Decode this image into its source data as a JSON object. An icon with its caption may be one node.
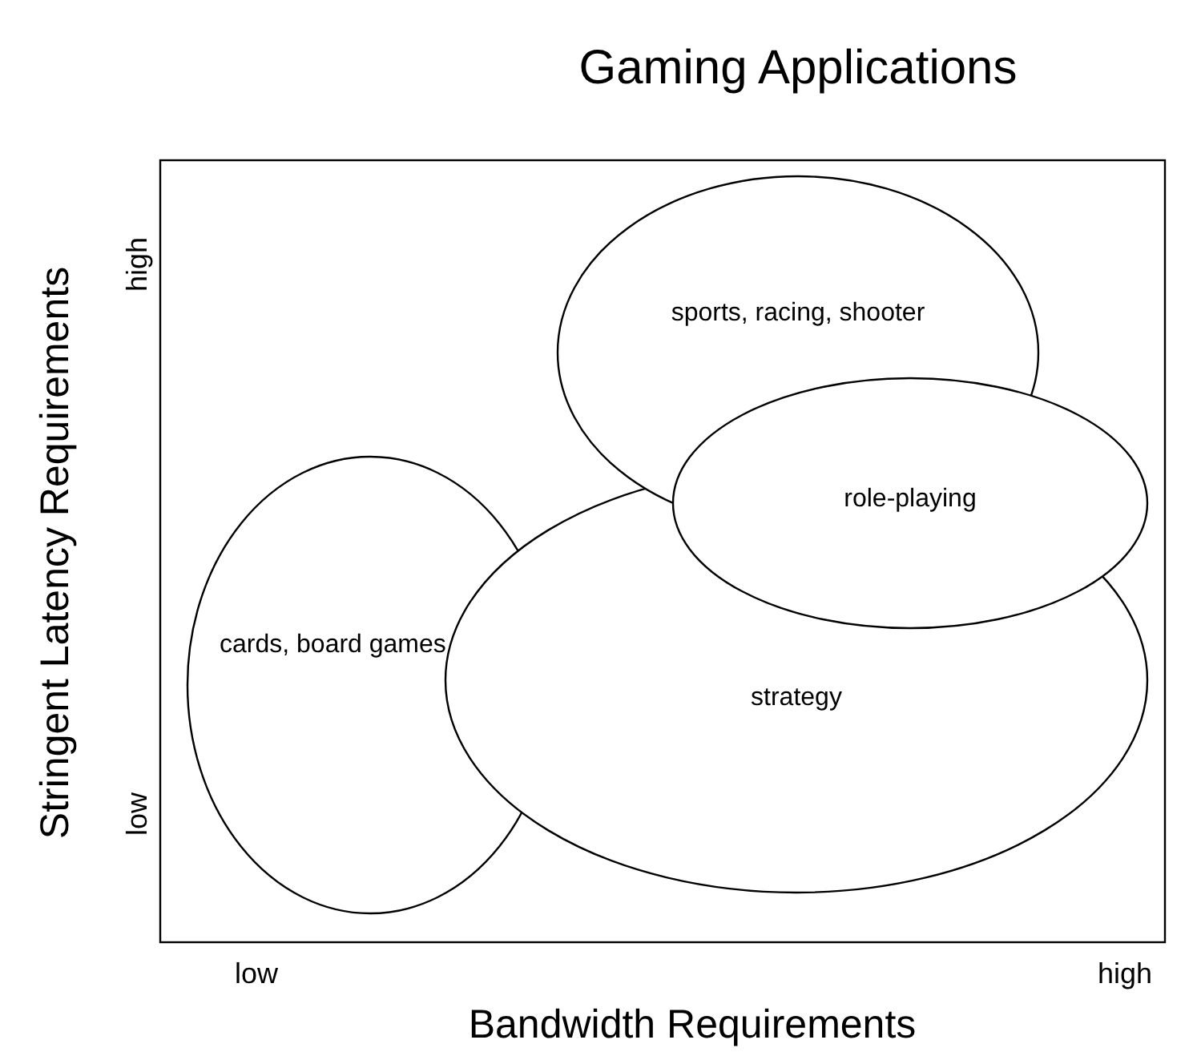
{
  "diagram": {
    "title": "Gaming Applications",
    "nodes": [
      {
        "text": [
          "cards, board games"
        ]
      },
      {
        "text": [
          "strategy"
        ]
      },
      {
        "text": [
          "sports, racing, shooter"
        ]
      },
      {
        "text": [
          "role-playing"
        ]
      }
    ],
    "labels": [
      "Stringent Latency Requirements",
      "high",
      "low",
      "low",
      "high",
      "Bandwidth Requirements"
    ]
  }
}
